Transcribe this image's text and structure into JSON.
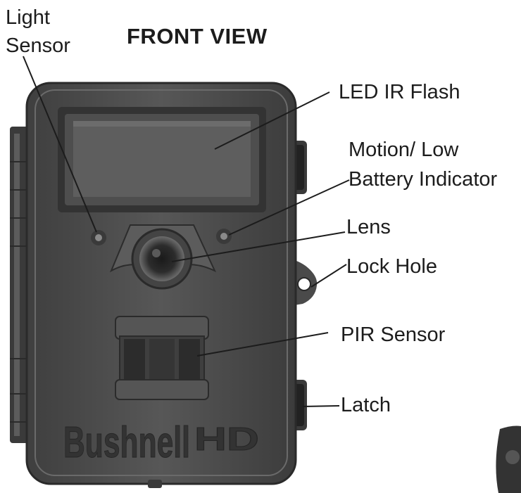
{
  "title": "FRONT VIEW",
  "brand": {
    "logo_text": "Bushnell",
    "logo_suffix": "HD"
  },
  "labels": {
    "light_sensor_line1": "Light",
    "light_sensor_line2": "Sensor",
    "led_ir_flash": "LED IR Flash",
    "motion_line1": "Motion/ Low",
    "motion_line2": "Battery Indicator",
    "lens": "Lens",
    "lock_hole": "Lock Hole",
    "pir_sensor": "PIR Sensor",
    "latch": "Latch"
  },
  "colors": {
    "body": "#4d4d4d",
    "body_dark": "#2e2e2e",
    "body_light": "#6a6a6a",
    "leader_line": "#1c1c1c"
  }
}
